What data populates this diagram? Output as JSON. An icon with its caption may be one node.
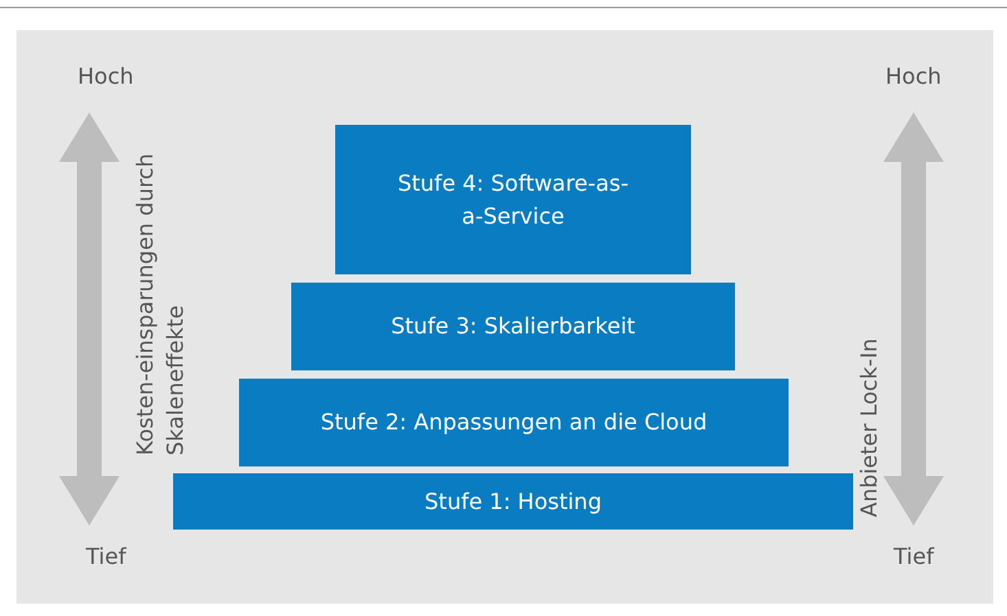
{
  "diagram": {
    "nodes": [
      {
        "text": [
          "Stufe 4: Software-as-a-Service"
        ]
      },
      {
        "text": [
          "Stufe 3: Skalierbarkeit"
        ]
      },
      {
        "text": [
          "Stufe 2: Anpassungen an die Cloud"
        ]
      },
      {
        "text": [
          "Stufe 1: Hosting"
        ]
      }
    ],
    "labels": [
      "Hoch",
      "Hoch",
      "Kosten-einsparungen durch Skaleneffekte",
      "Anbieter Lock-In",
      "Tief",
      "Tief"
    ]
  }
}
